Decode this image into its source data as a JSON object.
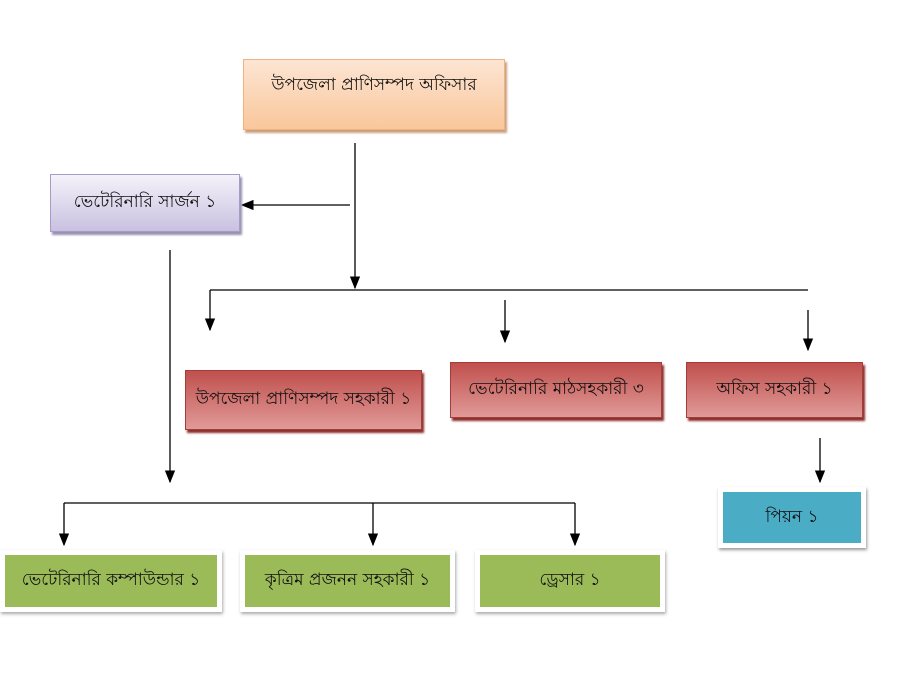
{
  "nodes": {
    "officer": "উপজেলা প্রাণিসম্পদ অফিসার",
    "surgeon": "ভেটেরিনারি সার্জন ১",
    "livestock_assistant": "উপজেলা প্রাণিসম্পদ সহকারী ১",
    "field_assistant": "ভেটেরিনারি মাঠসহকারী ৩",
    "office_assistant": "অফিস সহকারী ১",
    "peon": "পিয়ন ১",
    "compounder": "ভেটেরিনারি কম্পাউন্ডার ১",
    "ai_assistant": "কৃত্রিম প্রজনন সহকারী ১",
    "dresser": "ড্রেসার ১"
  },
  "colors": {
    "orange": "#f9c79b",
    "lavender": "#c9c1e0",
    "red": "#c0504d",
    "blue": "#4bacc6",
    "green": "#9bbb59"
  }
}
